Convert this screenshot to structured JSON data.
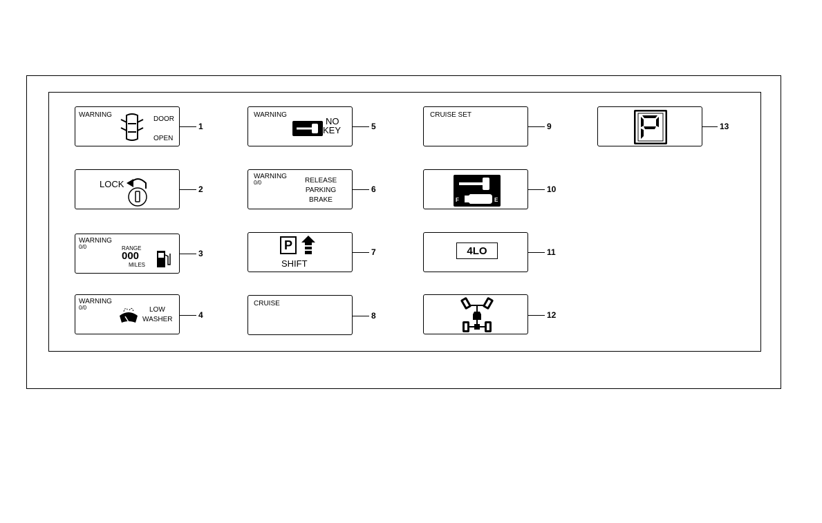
{
  "panels": {
    "p1": {
      "number": "1",
      "warning": "WARNING",
      "door": "DOOR",
      "open": "OPEN",
      "icon": "car-door-open-icon"
    },
    "p2": {
      "number": "2",
      "lock": "LOCK",
      "icon": "key-turn-lock-icon"
    },
    "p3": {
      "number": "3",
      "warning": "WARNING",
      "sub": "0/0",
      "range": "RANGE",
      "value": "000",
      "miles": "MILES",
      "icon": "fuel-pump-icon"
    },
    "p4": {
      "number": "4",
      "warning": "WARNING",
      "sub": "0/0",
      "low": "LOW",
      "washer": "WASHER",
      "icon": "windshield-washer-icon"
    },
    "p5": {
      "number": "5",
      "warning": "WARNING",
      "no": "NO",
      "key": "KEY",
      "icon": "key-icon"
    },
    "p6": {
      "number": "6",
      "warning": "WARNING",
      "sub": "0/0",
      "release": "RELEASE",
      "parking": "PARKING",
      "brake": "BRAKE"
    },
    "p7": {
      "number": "7",
      "p": "P",
      "shift": "SHIFT",
      "icon": "shift-up-arrow-icon"
    },
    "p8": {
      "number": "8",
      "cruise": "CRUISE"
    },
    "p9": {
      "number": "9",
      "cruise_set": "CRUISE SET"
    },
    "p10": {
      "number": "10",
      "f": "F",
      "e": "E",
      "icon": "key-battery-icon"
    },
    "p11": {
      "number": "11",
      "label": "4LO"
    },
    "p12": {
      "number": "12",
      "icon": "4wd-drivetrain-icon"
    },
    "p13": {
      "number": "13",
      "icon": "p-segment-display-icon"
    }
  }
}
